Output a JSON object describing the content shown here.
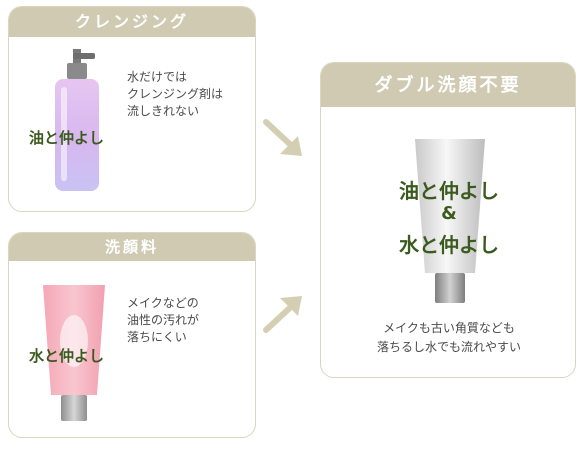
{
  "cleansing": {
    "title": "クレンジング",
    "desc": [
      "水だけでは",
      "クレンジング剤は",
      "流しきれない"
    ],
    "product_label": "油と仲よし"
  },
  "facewash": {
    "title": "洗顔料",
    "desc": [
      "メイクなどの",
      "油性の汚れが",
      "落ちにくい"
    ],
    "product_label": "水と仲よし"
  },
  "result": {
    "title": "ダブル洗顔不要",
    "line1": "油と仲よし",
    "amp": "&",
    "line2": "水と仲よし",
    "desc": [
      "メイクも古い角質なども",
      "落ちるし水でも流れやすい"
    ]
  },
  "colors": {
    "header": "#cfcab1",
    "border": "#d9d5bf",
    "accent_text": "#3b5a1e",
    "arrow": "#d4cfb3"
  }
}
